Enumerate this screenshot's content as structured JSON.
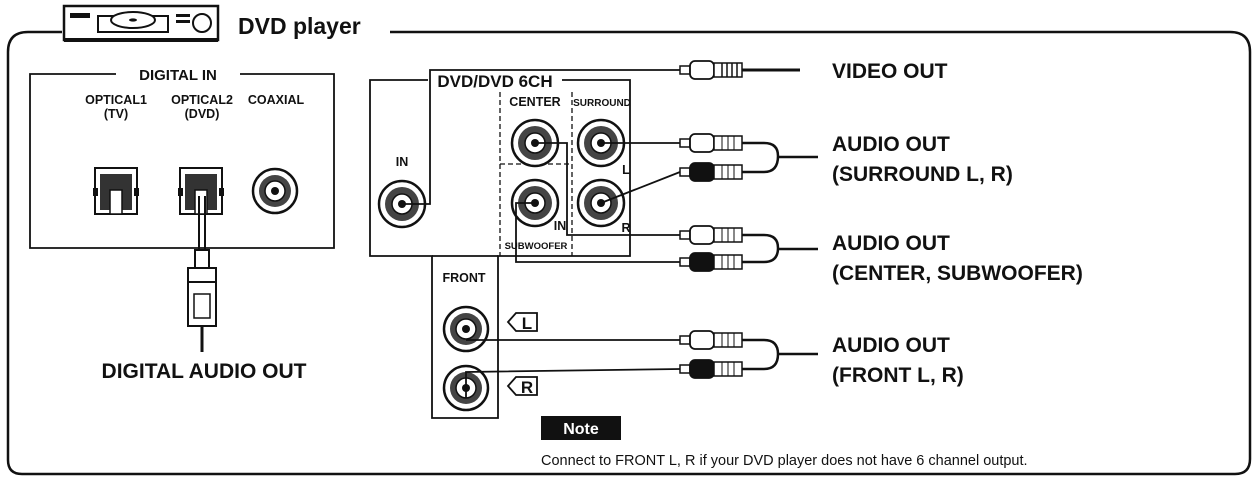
{
  "device": {
    "title": "DVD player"
  },
  "digital_in": {
    "header": "DIGITAL IN",
    "optical1": [
      "OPTICAL1",
      "(TV)"
    ],
    "optical2": [
      "OPTICAL2",
      "(DVD)"
    ],
    "coaxial": "COAXIAL"
  },
  "dvd6ch": {
    "header": "DVD/DVD 6CH",
    "in_label": "IN",
    "center": "CENTER",
    "surround": "SURROUND",
    "subwoofer": "SUBWOOFER",
    "sub_in": "IN",
    "l": "L",
    "r": "R",
    "front": "FRONT",
    "front_l": "L",
    "front_r": "R"
  },
  "outputs": {
    "video": "VIDEO OUT",
    "audio_surround": [
      "AUDIO OUT",
      "(SURROUND L, R)"
    ],
    "audio_center": [
      "AUDIO OUT",
      "(CENTER, SUBWOOFER)"
    ],
    "audio_front": [
      "AUDIO OUT",
      "(FRONT L, R)"
    ],
    "digital_audio": "DIGITAL AUDIO OUT"
  },
  "note": {
    "label": "Note",
    "text": "Connect to FRONT L, R if your DVD player does not have 6 channel output."
  }
}
